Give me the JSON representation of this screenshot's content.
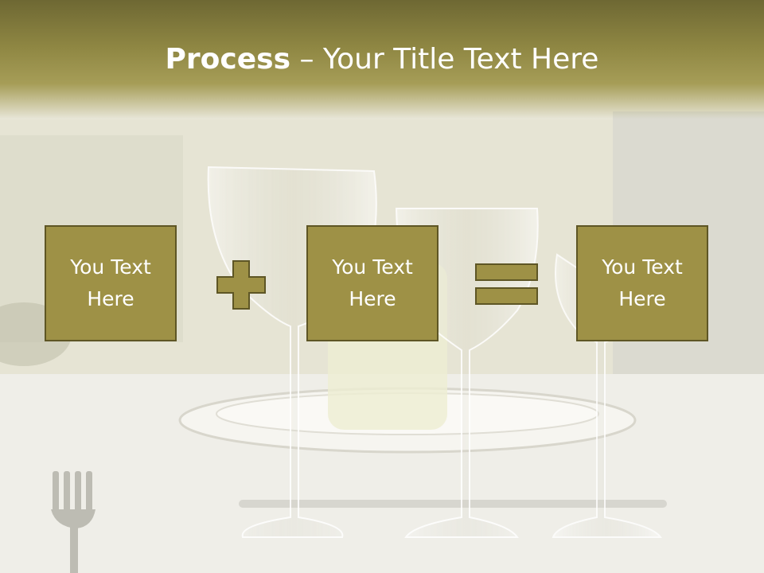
{
  "slide": {
    "title_bold": "Process",
    "title_rest": " – Your Title Text Here",
    "boxes": [
      {
        "text": "You Text Here"
      },
      {
        "text": "You Text Here"
      },
      {
        "text": "You Text Here"
      }
    ],
    "operators": [
      "plus-icon",
      "equals-icon"
    ],
    "colors": {
      "title_band": "#8f8743",
      "box_fill": "#9e9146",
      "box_border": "#5e5625",
      "text": "#ffffff"
    }
  }
}
